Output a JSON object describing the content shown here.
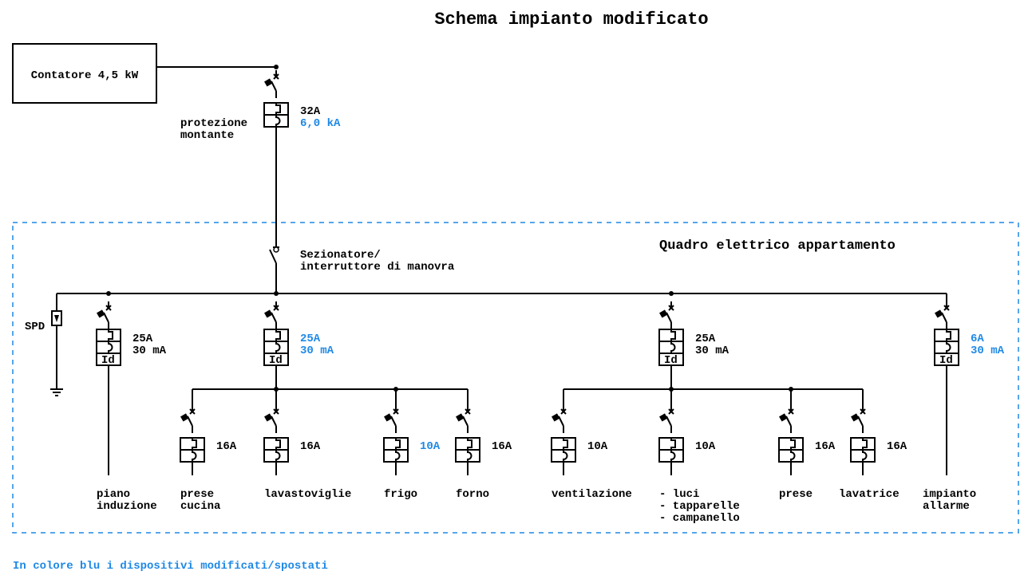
{
  "title": "Schema impianto modificato",
  "meter": {
    "label": "Contatore 4,5 kW"
  },
  "main_protection": {
    "label_lines": [
      "protezione",
      "montante"
    ],
    "rating": "32A",
    "breaking_capacity": "6,0 kA",
    "rating_modified": false,
    "breaking_capacity_modified": true
  },
  "panel": {
    "title": "Quadro elettrico appartamento",
    "disconnector_label_lines": [
      "Sezionatore/",
      "interruttore di manovra"
    ],
    "spd_label": "SPD",
    "rcbos": [
      {
        "id": "induzione",
        "rating": "25A",
        "sensitivity": "30 mA",
        "modified": false,
        "id_mark": "Id",
        "load_lines": [
          "piano",
          "induzione"
        ]
      },
      {
        "id": "cucina-group",
        "rating": "25A",
        "sensitivity": "30 mA",
        "modified": true,
        "id_mark": "Id",
        "branches": [
          {
            "rating": "16A",
            "modified": false,
            "load_lines": [
              "prese",
              "cucina"
            ]
          },
          {
            "rating": "16A",
            "modified": false,
            "load_lines": [
              "lavastoviglie"
            ]
          },
          {
            "rating": "10A",
            "modified": true,
            "load_lines": [
              "frigo"
            ]
          },
          {
            "rating": "16A",
            "modified": false,
            "load_lines": [
              "forno"
            ]
          }
        ]
      },
      {
        "id": "casa-group",
        "rating": "25A",
        "sensitivity": "30 mA",
        "modified": false,
        "id_mark": "Id",
        "branches": [
          {
            "rating": "10A",
            "modified": false,
            "load_lines": [
              "ventilazione"
            ]
          },
          {
            "rating": "10A",
            "modified": false,
            "load_lines": [
              "- luci",
              "- tapparelle",
              "- campanello"
            ]
          },
          {
            "rating": "16A",
            "modified": false,
            "load_lines": [
              "prese"
            ]
          },
          {
            "rating": "16A",
            "modified": false,
            "load_lines": [
              "lavatrice"
            ]
          }
        ]
      },
      {
        "id": "allarme",
        "rating": "6A",
        "sensitivity": "30 mA",
        "modified": true,
        "id_mark": "Id",
        "load_lines": [
          "impianto",
          "allarme"
        ]
      }
    ]
  },
  "legend_note": "In colore blu i dispositivi modificati/spostati",
  "colors": {
    "modified": "#1e88e5",
    "normal": "#000000",
    "panel_border": "#1e88e5"
  }
}
